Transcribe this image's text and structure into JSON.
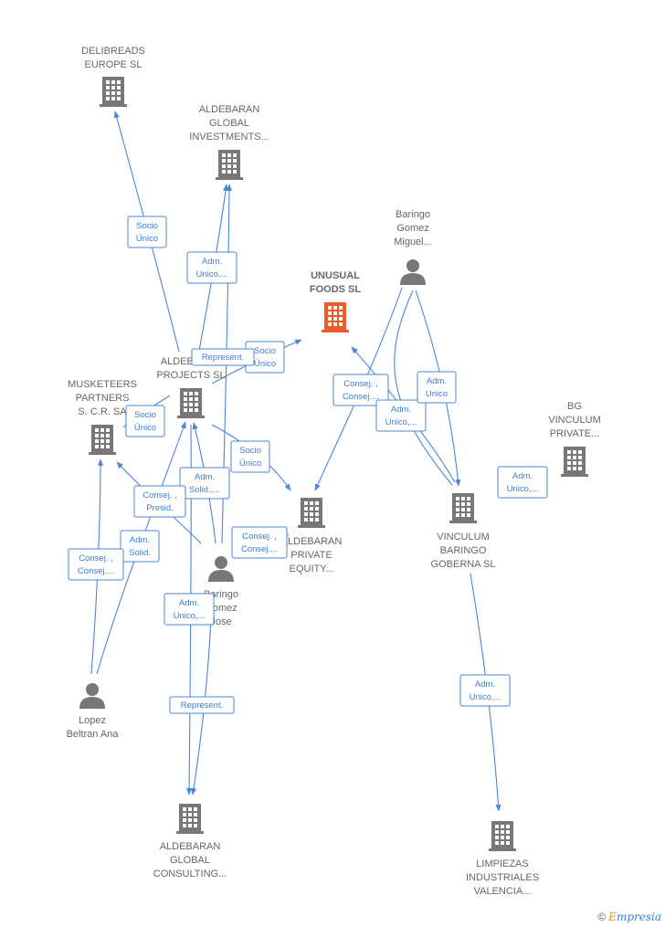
{
  "colors": {
    "edge": "#4a86d8",
    "company": "#777777",
    "main_company": "#ee5a28",
    "person": "#777777"
  },
  "nodes": [
    {
      "id": "delibreads",
      "type": "company",
      "label": [
        "DELIBREADS",
        "EUROPE SL"
      ]
    },
    {
      "id": "aldebaran_global_inv",
      "type": "company",
      "label": [
        "ALDEBARAN",
        "GLOBAL",
        "INVESTMENTS..."
      ]
    },
    {
      "id": "unusual_foods",
      "type": "company-main",
      "label": [
        "UNUSUAL",
        "FOODS  SL"
      ]
    },
    {
      "id": "baringo_gomez_miguel",
      "type": "person",
      "label": [
        "Baringo",
        "Gomez",
        "Miguel..."
      ]
    },
    {
      "id": "aldebaran_projects",
      "type": "company",
      "label": [
        "ALDEBARAN",
        "PROJECTS  SL"
      ]
    },
    {
      "id": "musketeers",
      "type": "company",
      "label": [
        "MUSKETEERS",
        "PARTNERS",
        "S. C.R. SA"
      ]
    },
    {
      "id": "bg_vinculum",
      "type": "company",
      "label": [
        "BG",
        "VINCULUM",
        "PRIVATE..."
      ]
    },
    {
      "id": "aldebaran_private",
      "type": "company",
      "label": [
        "ALDEBARAN",
        "PRIVATE",
        "EQUITY..."
      ]
    },
    {
      "id": "vinculum_baringo",
      "type": "company",
      "label": [
        "VINCULUM",
        "BARINGO",
        "GOBERNA  SL"
      ]
    },
    {
      "id": "baringo_gomez_jose",
      "type": "person",
      "label": [
        "Baringo",
        "Gomez",
        "Jose"
      ]
    },
    {
      "id": "lopez_beltran",
      "type": "person",
      "label": [
        "Lopez",
        "Beltran Ana"
      ]
    },
    {
      "id": "aldebaran_consulting",
      "type": "company",
      "label": [
        "ALDEBARAN",
        "GLOBAL",
        "CONSULTING..."
      ]
    },
    {
      "id": "limpiezas",
      "type": "company",
      "label": [
        "LIMPIEZAS",
        "INDUSTRIALES",
        "VALENCIA..."
      ]
    }
  ],
  "edges": [
    {
      "id": "e1",
      "label": [
        "Socio",
        "Único"
      ]
    },
    {
      "id": "e2",
      "label": [
        "Adm.",
        "Unico,..."
      ]
    },
    {
      "id": "e3",
      "label": [
        "Socio",
        "Único"
      ]
    },
    {
      "id": "e4",
      "label": [
        "Represent."
      ]
    },
    {
      "id": "e5",
      "label": [
        "Socio",
        "Único"
      ]
    },
    {
      "id": "e6",
      "label": [
        "Socio",
        "Único"
      ]
    },
    {
      "id": "e7",
      "label": [
        "Adm.",
        "Solid.,..."
      ]
    },
    {
      "id": "e8",
      "label": [
        "Consej. ,",
        "Presid."
      ]
    },
    {
      "id": "e9",
      "label": [
        "Adm.",
        "Solid."
      ]
    },
    {
      "id": "e10",
      "label": [
        "Consej. ,",
        "Consej...."
      ]
    },
    {
      "id": "e11",
      "label": [
        "Consej. ,",
        "Consej...."
      ]
    },
    {
      "id": "e12",
      "label": [
        "Adm.",
        "Unico,..."
      ]
    },
    {
      "id": "e13",
      "label": [
        "Represent."
      ]
    },
    {
      "id": "e14",
      "label": [
        "Consej. ,",
        "Consej...."
      ]
    },
    {
      "id": "e15",
      "label": [
        "Adm.",
        "Unico,..."
      ]
    },
    {
      "id": "e16",
      "label": [
        "Adm.",
        "Unico"
      ]
    },
    {
      "id": "e17",
      "label": [
        "Adm.",
        "Unico,..."
      ]
    },
    {
      "id": "e18",
      "label": [
        "Adm.",
        "Unico,..."
      ]
    }
  ],
  "footer": {
    "copyright": "©",
    "brand_first": "E",
    "brand_rest": "mpresia"
  }
}
